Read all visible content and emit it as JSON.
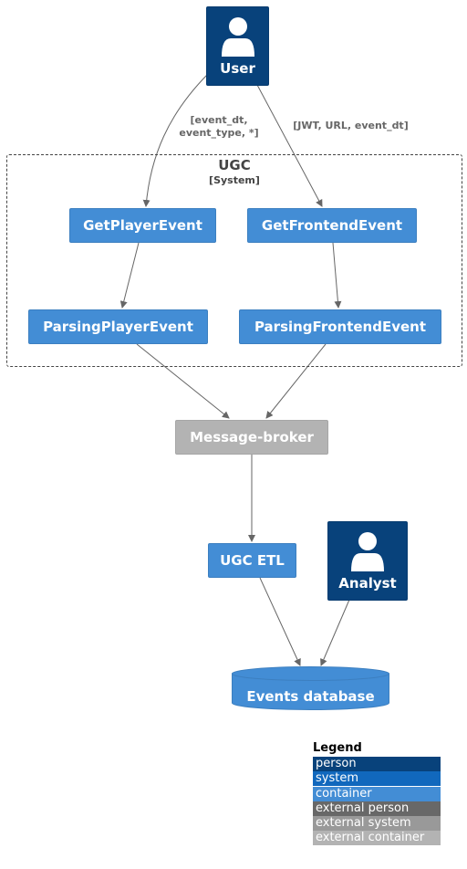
{
  "diagram": {
    "boundary": {
      "title": "UGC",
      "subtitle": "[System]"
    },
    "nodes": {
      "user": "User",
      "get_player": "GetPlayerEvent",
      "get_frontend": "GetFrontendEvent",
      "parsing_player": "ParsingPlayerEvent",
      "parsing_frontend": "ParsingFrontendEvent",
      "message_broker": "Message-broker",
      "ugc_etl": "UGC ETL",
      "analyst": "Analyst",
      "events_db": "Events database"
    },
    "edge_labels": {
      "user_to_player": "[event_dt,\nevent_type, *]",
      "user_to_frontend": "[JWT, URL, event_dt]"
    }
  },
  "legend": {
    "title": "Legend",
    "items": [
      {
        "label": "person",
        "color": "#08427b"
      },
      {
        "label": "system",
        "color": "#1168bd"
      },
      {
        "label": "container",
        "color": "#438dd5"
      },
      {
        "label": "external person",
        "color": "#686868"
      },
      {
        "label": "external system",
        "color": "#999999"
      },
      {
        "label": "external container",
        "color": "#b3b3b3"
      }
    ]
  },
  "colors": {
    "person": "#08427b",
    "container": "#438dd5",
    "external_container": "#b3b3b3",
    "edge": "#666666"
  }
}
